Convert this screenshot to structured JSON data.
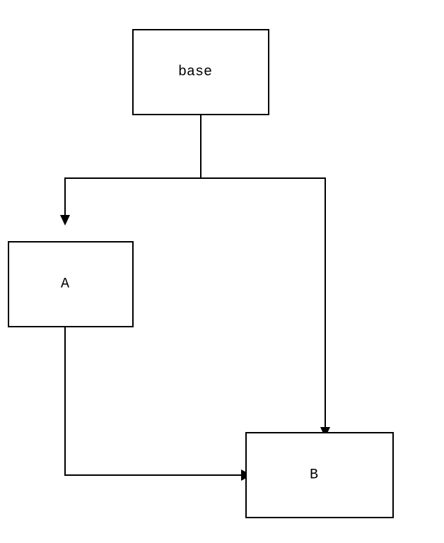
{
  "diagram": {
    "nodes": [
      {
        "id": "base",
        "label": "base"
      },
      {
        "id": "A",
        "label": "A"
      },
      {
        "id": "B",
        "label": "B"
      }
    ],
    "edges": [
      {
        "from": "base",
        "to": "A"
      },
      {
        "from": "base",
        "to": "B"
      },
      {
        "from": "A",
        "to": "B"
      }
    ],
    "colors": {
      "stroke": "#000000",
      "fill": "#ffffff"
    }
  }
}
